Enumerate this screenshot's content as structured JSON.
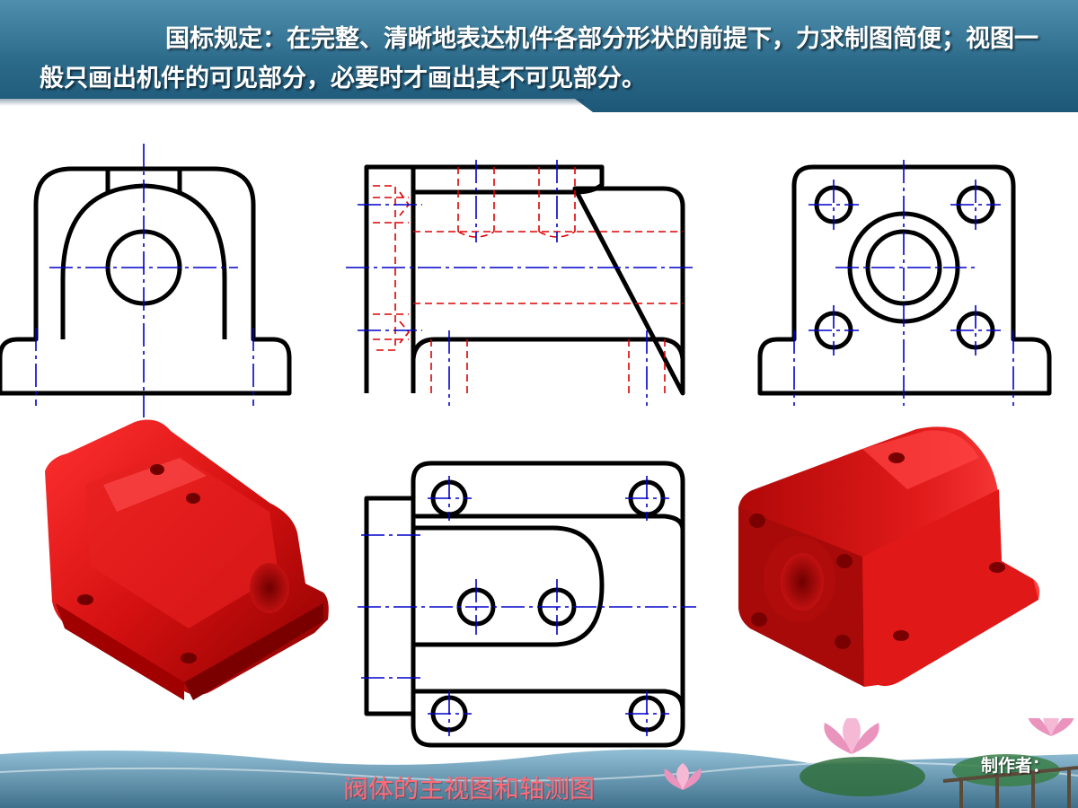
{
  "note": {
    "text": "国标规定：在完整、清晰地表达机件各部分形状的前提下，力求制图简便；视图一般只画出机件的可见部分，必要时才画出其不可见部分。"
  },
  "caption": "阀体的主视图和轴测图",
  "author": "制作者：",
  "colors": {
    "header": "#2c6a8a",
    "outline": "#000000",
    "center_line": "#0000cc",
    "hidden_line": "#dd0000",
    "render_red": "#cc1111",
    "caption": "#ff6b7a"
  }
}
